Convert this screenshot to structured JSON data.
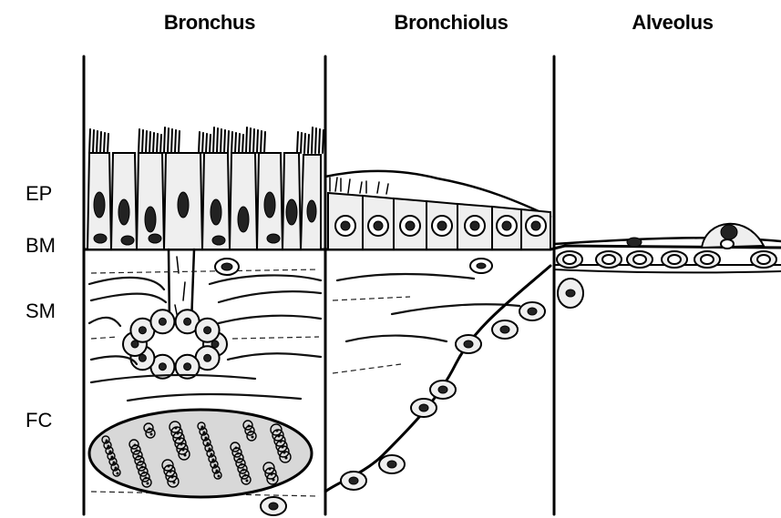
{
  "columns": [
    {
      "title": "Bronchus"
    },
    {
      "title": "Bronchiolus"
    },
    {
      "title": "Alveolus"
    }
  ],
  "layers": [
    {
      "label": "EP"
    },
    {
      "label": "BM"
    },
    {
      "label": "SM"
    },
    {
      "label": "FC"
    }
  ]
}
